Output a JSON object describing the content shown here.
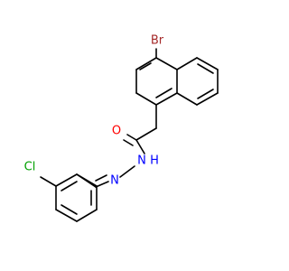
{
  "molecule": {
    "atoms": {
      "br": {
        "symbol": "Br",
        "color": "#a52a2a"
      },
      "o": {
        "symbol": "O",
        "color": "#ff0000"
      },
      "nh": {
        "symbol": "H",
        "n": "N",
        "color": "#0000ff"
      },
      "n2": {
        "symbol": "N",
        "color": "#0000ff"
      },
      "cl": {
        "symbol": "Cl",
        "color": "#00a000"
      }
    },
    "bond_color": "#000000",
    "background": "#ffffff"
  }
}
